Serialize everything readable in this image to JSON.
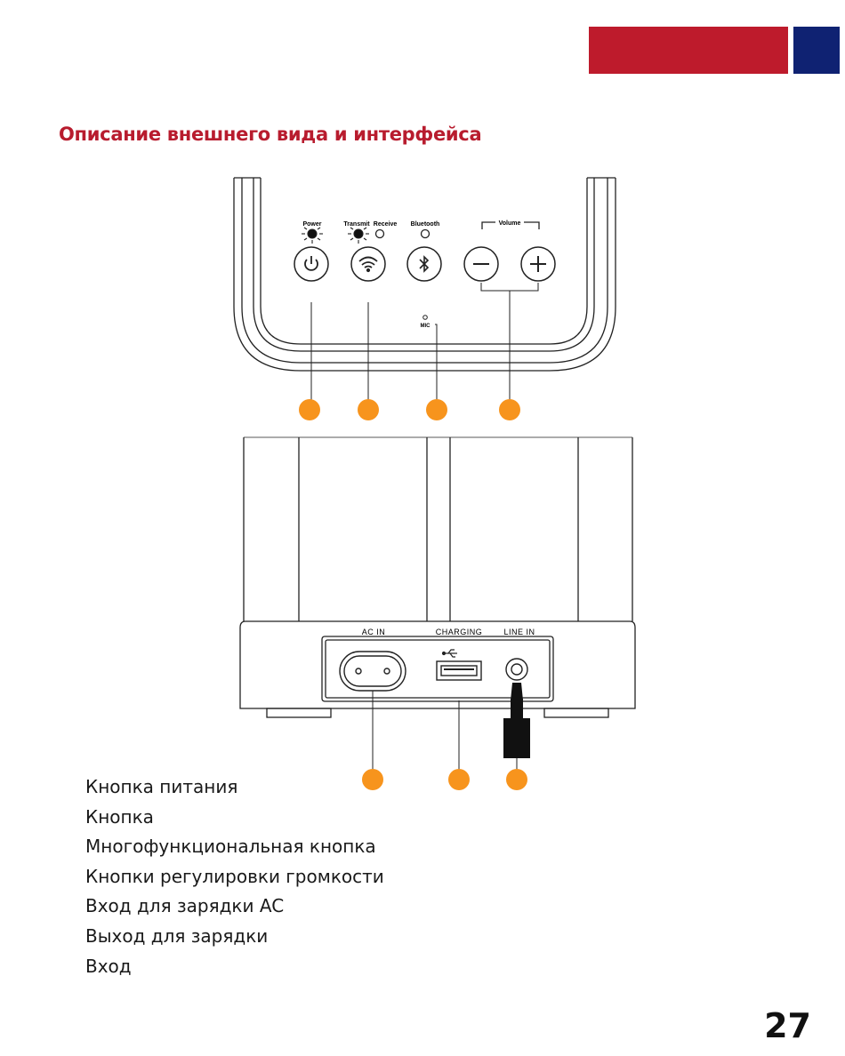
{
  "header": {
    "accent_red": "#be1b2c",
    "accent_blue": "#0f2272"
  },
  "title": "Описание внешнего вида и интерфейса",
  "top_panel": {
    "led_labels": {
      "power": "Power",
      "transmit": "Transmit",
      "receive": "Receive",
      "bluetooth": "Bluetooth",
      "volume": "Volume"
    },
    "mic_label": "MIC"
  },
  "rear_panel": {
    "ac_in": "AC IN",
    "charging": "CHARGING",
    "line_in": "LINE IN"
  },
  "callout_color": "#f7941d",
  "legend": [
    "Кнопка питания",
    "Кнопка",
    "Многофункциональная кнопка",
    "Кнопки регулировки громкости",
    "Вход для зарядки AC",
    "Выход для зарядки",
    "Вход"
  ],
  "page_number": "27"
}
